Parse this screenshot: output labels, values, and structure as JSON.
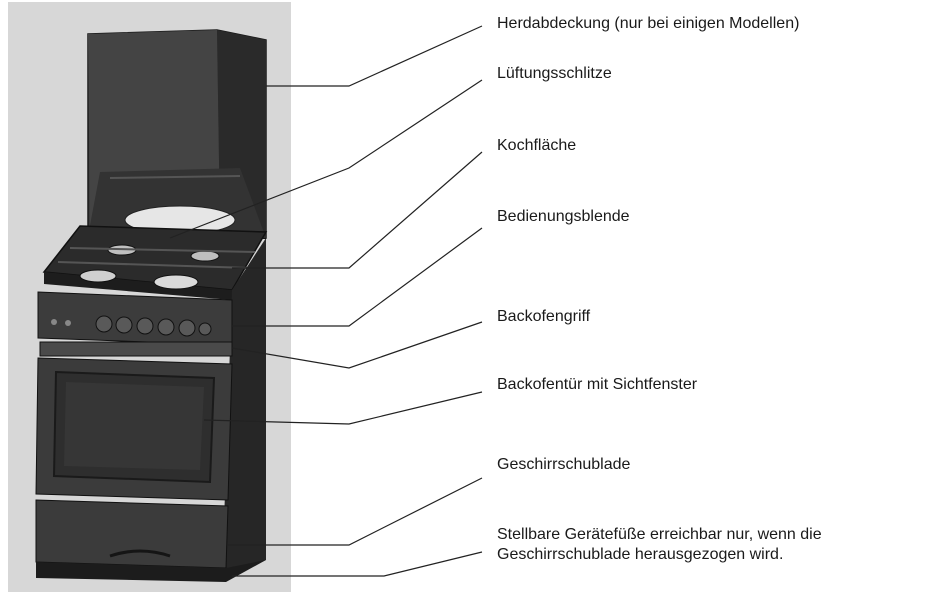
{
  "labels": {
    "cover": "Herdabdeckung (nur bei einigen Modellen)",
    "vents": "Lüftungsschlitze",
    "hob": "Kochfläche",
    "control_panel": "Bedienungsblende",
    "handle": "Backofengriff",
    "door": "Backofentür mit Sichtfenster",
    "drawer": "Geschirrschublade",
    "feet_line1": "Stellbare Gerätefüße erreichbar nur, wenn die",
    "feet_line2": "Geschirrschublade herausgezogen wird."
  },
  "colors": {
    "panel_bg": "#d6d6d6",
    "stove_body": "#3b3b3b",
    "stove_dark": "#1f1f1f",
    "leader_line": "#222222"
  }
}
